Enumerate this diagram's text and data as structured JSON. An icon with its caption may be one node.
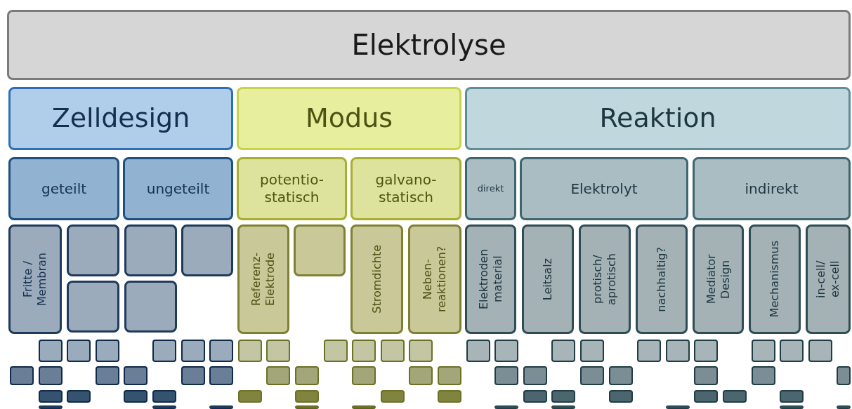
{
  "diagram": {
    "nodes": [
      {
        "text": [
          "Elektrolyse"
        ]
      },
      {
        "text": [
          "Zelldesign"
        ]
      },
      {
        "text": [
          "Modus"
        ]
      },
      {
        "text": [
          "Reaktion"
        ]
      },
      {
        "text": [
          "geteilt"
        ]
      },
      {
        "text": [
          "ungeteilt"
        ]
      },
      {
        "text": [
          "potentio- statisch"
        ]
      },
      {
        "text": [
          "galvano- statisch"
        ]
      },
      {
        "text": [
          "direkt"
        ]
      },
      {
        "text": [
          "Elektrolyt"
        ]
      },
      {
        "text": [
          "indirekt"
        ]
      },
      {
        "text": [
          "Fritte / Membran"
        ]
      },
      {
        "text": [],
        "shape": "box"
      },
      {
        "text": [],
        "shape": "box"
      },
      {
        "text": [],
        "shape": "box"
      },
      {
        "text": [
          "Referenz- Elektrode"
        ]
      },
      {
        "text": [],
        "shape": "box"
      },
      {
        "text": [
          "Stromdichte"
        ]
      },
      {
        "text": [
          "Neben- reaktionen?"
        ]
      },
      {
        "text": [
          "Elektroden material"
        ]
      },
      {
        "text": [
          "Leitsalz"
        ]
      },
      {
        "text": [
          "protisch/ aprotisch"
        ]
      },
      {
        "text": [
          "nachhaltig?"
        ]
      },
      {
        "text": [
          "Mediator Design"
        ]
      },
      {
        "text": [
          "Mechanismus"
        ]
      },
      {
        "text": [
          "in-cell/ ex-cell"
        ]
      },
      {
        "text": [],
        "shape": "box"
      },
      {
        "text": [],
        "shape": "box"
      },
      {
        "text": [],
        "shape": "box"
      },
      {
        "text": [],
        "shape": "box"
      },
      {
        "text": [],
        "shape": "box"
      },
      {
        "text": [],
        "shape": "box"
      },
      {
        "text": [],
        "shape": "box"
      },
      {
        "text": [],
        "shape": "box"
      },
      {
        "text": [],
        "shape": "box"
      },
      {
        "text": [],
        "shape": "box"
      },
      {
        "text": [],
        "shape": "box"
      },
      {
        "text": [],
        "shape": "box"
      },
      {
        "text": [],
        "shape": "box"
      },
      {
        "text": [],
        "shape": "box"
      },
      {
        "text": [],
        "shape": "box"
      },
      {
        "text": [],
        "shape": "box"
      },
      {
        "text": [],
        "shape": "box"
      },
      {
        "text": [],
        "shape": "box"
      },
      {
        "text": [],
        "shape": "box"
      },
      {
        "text": [],
        "shape": "box"
      },
      {
        "text": [],
        "shape": "box"
      },
      {
        "text": [],
        "shape": "box"
      },
      {
        "text": [],
        "shape": "box"
      },
      {
        "text": [],
        "shape": "box"
      },
      {
        "text": [],
        "shape": "box"
      },
      {
        "text": [],
        "shape": "box"
      },
      {
        "text": [],
        "shape": "box"
      },
      {
        "text": [],
        "shape": "box"
      },
      {
        "text": [],
        "shape": "box"
      },
      {
        "text": [],
        "shape": "box"
      },
      {
        "text": [],
        "shape": "box"
      },
      {
        "text": [],
        "shape": "box"
      },
      {
        "text": [],
        "shape": "box"
      },
      {
        "text": [],
        "shape": "box"
      },
      {
        "text": [],
        "shape": "box"
      },
      {
        "text": [],
        "shape": "box"
      },
      {
        "text": [],
        "shape": "box"
      },
      {
        "text": [],
        "shape": "box"
      },
      {
        "text": [],
        "shape": "box"
      },
      {
        "text": [],
        "shape": "box"
      },
      {
        "text": [],
        "shape": "box"
      },
      {
        "text": [],
        "shape": "box"
      },
      {
        "text": [],
        "shape": "box"
      },
      {
        "text": [],
        "shape": "box"
      },
      {
        "text": [],
        "shape": "box"
      },
      {
        "text": [],
        "shape": "box"
      },
      {
        "text": [],
        "shape": "box"
      },
      {
        "text": [],
        "shape": "box"
      },
      {
        "text": [],
        "shape": "box"
      },
      {
        "text": [],
        "shape": "box"
      },
      {
        "text": [],
        "shape": "box"
      },
      {
        "text": [],
        "shape": "box"
      },
      {
        "text": [],
        "shape": "box"
      },
      {
        "text": [],
        "shape": "box"
      },
      {
        "text": [],
        "shape": "box"
      },
      {
        "text": [],
        "shape": "box"
      },
      {
        "text": [],
        "shape": "box"
      },
      {
        "text": [],
        "shape": "box"
      },
      {
        "text": [],
        "shape": "box"
      },
      {
        "text": [],
        "shape": "box"
      },
      {
        "text": [],
        "shape": "box"
      },
      {
        "text": [],
        "shape": "box"
      },
      {
        "text": [],
        "shape": "box"
      },
      {
        "text": [],
        "shape": "box"
      },
      {
        "text": [],
        "shape": "box"
      },
      {
        "text": [],
        "shape": "box"
      }
    ],
    "edges": []
  }
}
